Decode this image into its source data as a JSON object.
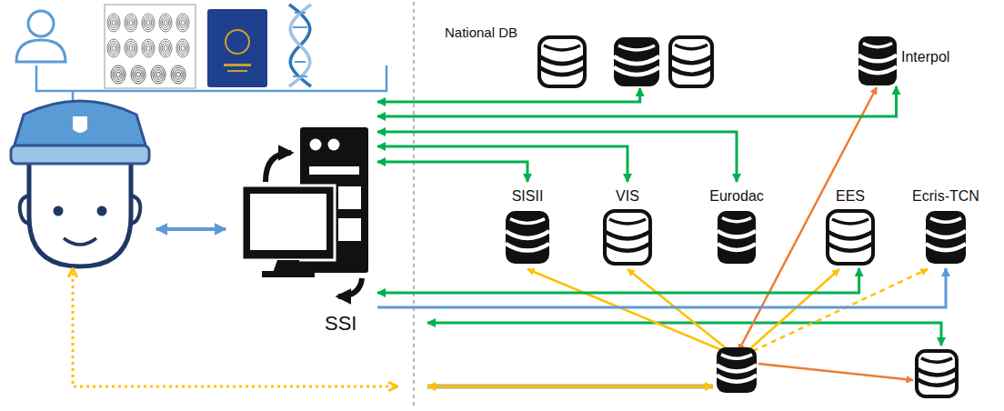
{
  "diagram": {
    "nodes": [
      {
        "text": [
          "SSI"
        ]
      },
      {
        "text": [
          "National DB"
        ]
      },
      {
        "text": [
          "Interpol"
        ]
      },
      {
        "text": [
          "SISII"
        ]
      },
      {
        "text": [
          "VIS"
        ]
      },
      {
        "text": [
          "Eurodac"
        ]
      },
      {
        "text": [
          "EES"
        ]
      },
      {
        "text": [
          "Ecris-TCN"
        ]
      }
    ],
    "edges": [
      {
        "from": 0,
        "to": 1,
        "arrow": "both"
      },
      {
        "from": 0,
        "to": 2,
        "arrow": "both"
      },
      {
        "from": 0,
        "to": 5,
        "arrow": "both"
      },
      {
        "from": 0,
        "to": 4,
        "arrow": "both"
      },
      {
        "from": 0,
        "to": 3,
        "arrow": "both"
      },
      {
        "from": 0,
        "to": 6,
        "arrow": "both"
      },
      {
        "from": 0,
        "to": 7,
        "arrow": "to"
      }
    ]
  }
}
